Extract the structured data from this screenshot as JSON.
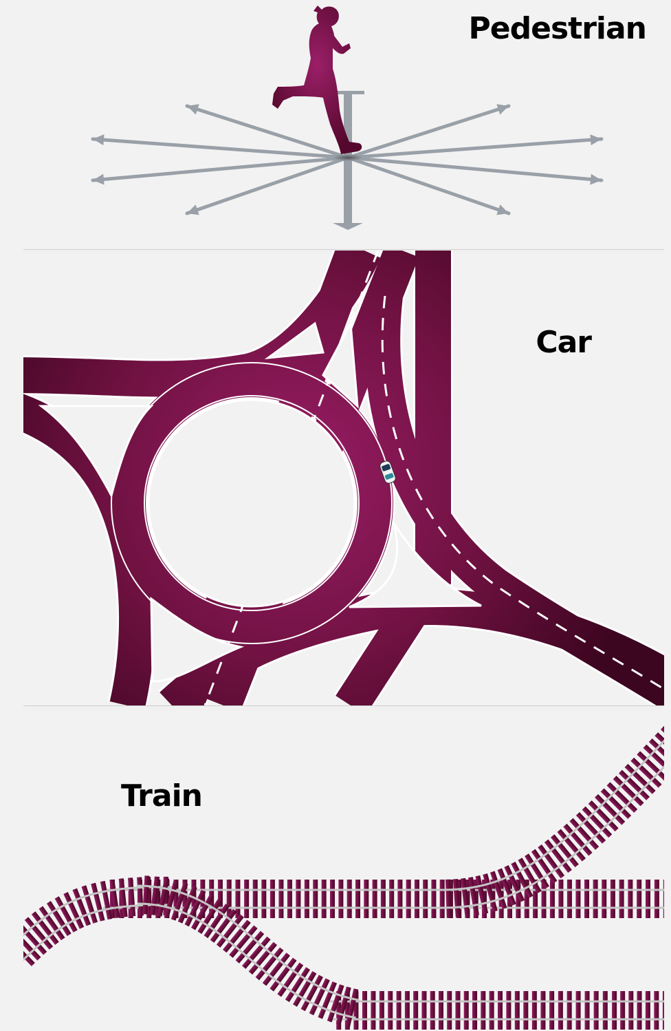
{
  "sections": [
    {
      "id": "pedestrian",
      "title": "Pedestrian"
    },
    {
      "id": "car",
      "title": "Car"
    },
    {
      "id": "train",
      "title": "Train"
    }
  ],
  "colors": {
    "background": "#f2f2f2",
    "accent_light": "#8e1a5e",
    "accent_dark": "#4a0725",
    "arrow": "#9aa0a8",
    "rail": "#c4c4c4",
    "divider": "#cfcfcf"
  },
  "icons": {
    "pedestrian": "running-woman-icon",
    "direction": "arrow-icon",
    "car": "car-icon"
  }
}
